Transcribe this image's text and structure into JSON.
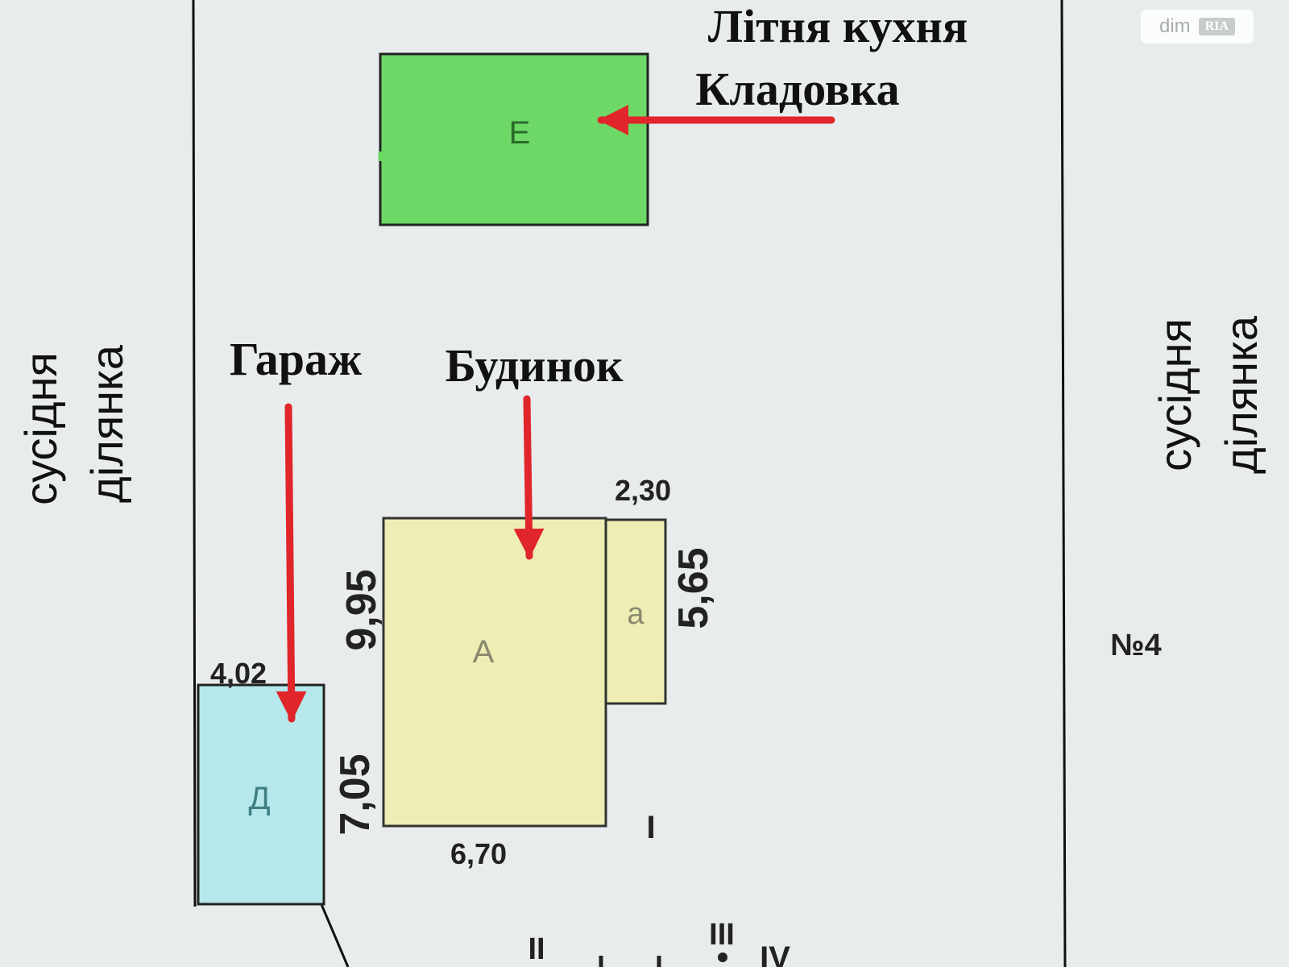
{
  "annotations": {
    "summer_kitchen": "Літня кухня",
    "storage": "Кладовка",
    "garage": "Гараж",
    "house": "Будинок"
  },
  "neighbors": {
    "left": [
      "сусідня",
      "ділянка"
    ],
    "right": [
      "сусідня",
      "ділянка"
    ]
  },
  "buildings": {
    "e": {
      "letter": "Е",
      "color": "#6ed867"
    },
    "a": {
      "letter": "А",
      "color": "#eeeeb4"
    },
    "a_small": {
      "letter": "а",
      "color": "#eeeeb4"
    },
    "d": {
      "letter": "Д",
      "color": "#b6e7ea"
    }
  },
  "dimensions": {
    "a_width": "6,70",
    "a_height": "9,95",
    "a_small_width": "2,30",
    "a_small_height": "5,65",
    "d_width": "4,02",
    "d_height": "7,05"
  },
  "plot_number": "№4",
  "roman_marks": [
    "I",
    "II",
    "III",
    "IV"
  ],
  "watermark": {
    "brand": "dim",
    "badge": "RIA"
  },
  "arrow_color": "#e0262b"
}
